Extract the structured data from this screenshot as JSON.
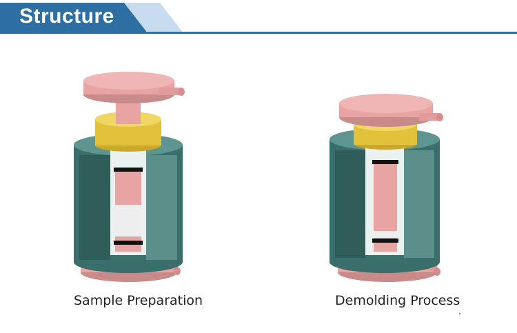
{
  "header": {
    "title": "Structure"
  },
  "figures": [
    {
      "caption": "Sample Preparation"
    },
    {
      "caption": "Demolding Process"
    }
  ],
  "colors": {
    "header_dark": "#2e6fa3",
    "header_light": "#c7dcee",
    "pink": "#e8a3a3",
    "gold": "#e2c23a",
    "teal": "#3e7470",
    "sample": "#e9e9e9"
  }
}
